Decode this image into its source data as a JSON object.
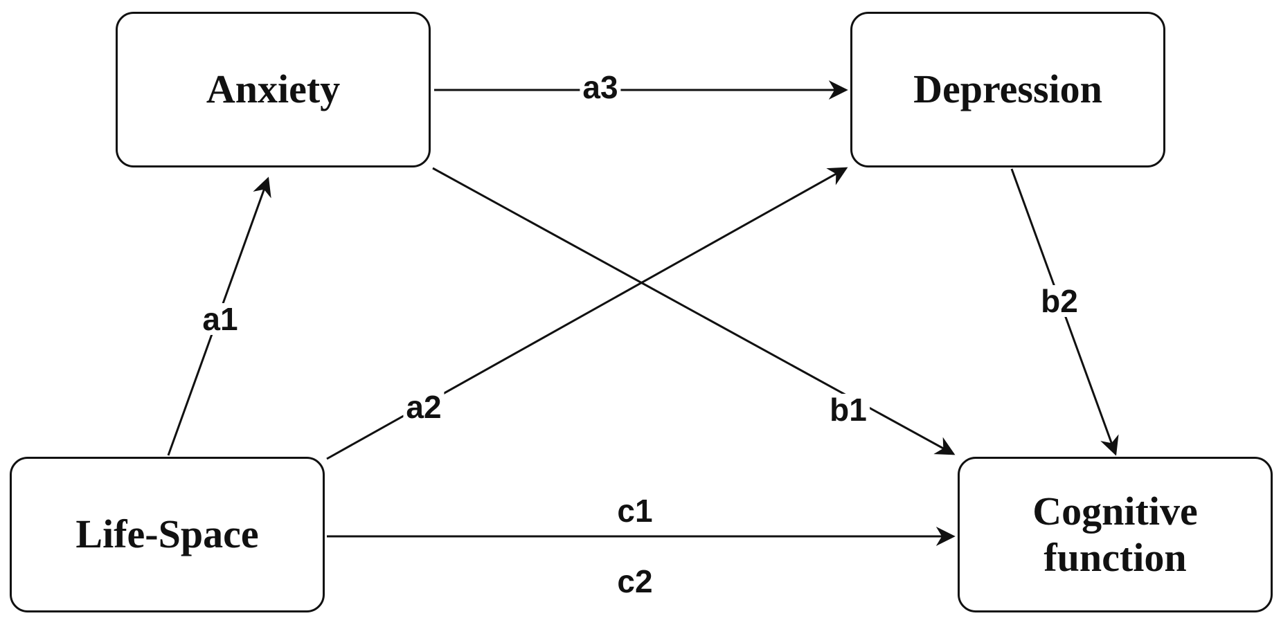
{
  "nodes": {
    "anxiety": "Anxiety",
    "depression": "Depression",
    "life_space": "Life-Space",
    "cognitive_function": "Cognitive\nfunction"
  },
  "edges": {
    "a1": "a1",
    "a2": "a2",
    "a3": "a3",
    "b1": "b1",
    "b2": "b2",
    "c1": "c1",
    "c2": "c2"
  },
  "colors": {
    "stroke": "#111111",
    "background": "#ffffff"
  }
}
